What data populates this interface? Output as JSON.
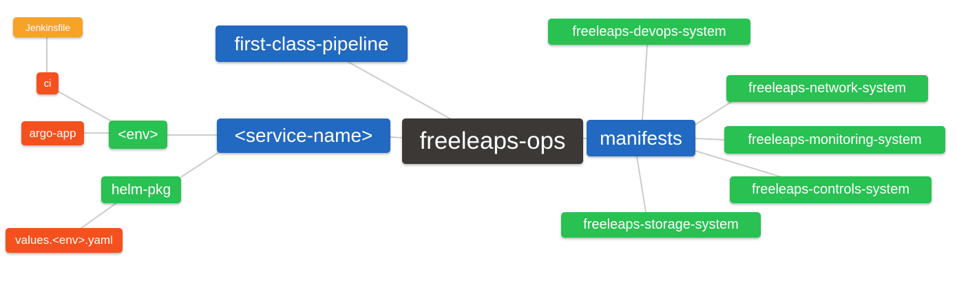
{
  "diagram": {
    "type": "mindmap",
    "root": "freeleaps-ops"
  },
  "palette": {
    "root_dark": "#3b3835",
    "branch_blue": "#2169c1",
    "leaf_green": "#28c152",
    "leaf_red": "#f4511e",
    "leaf_orange": "#f7a327",
    "edge_gray": "#cccccc",
    "node_text": "#ffffff",
    "background": "#ffffff"
  },
  "nodes": {
    "jenkinsfile": {
      "label": "Jenkinsfile",
      "color": "leaf_orange"
    },
    "ci": {
      "label": "ci",
      "color": "leaf_red"
    },
    "argo_app": {
      "label": "argo-app",
      "color": "leaf_red"
    },
    "env": {
      "label": "<env>",
      "color": "leaf_green"
    },
    "helm_pkg": {
      "label": "helm-pkg",
      "color": "leaf_green"
    },
    "values_env_yaml": {
      "label": "values.<env>.yaml",
      "color": "leaf_red"
    },
    "first_class_pipeline": {
      "label": "first-class-pipeline",
      "color": "branch_blue"
    },
    "service_name": {
      "label": "<service-name>",
      "color": "branch_blue"
    },
    "freeleaps_ops": {
      "label": "freeleaps-ops",
      "color": "root_dark"
    },
    "manifests": {
      "label": "manifests",
      "color": "branch_blue"
    },
    "devops_system": {
      "label": "freeleaps-devops-system",
      "color": "leaf_green"
    },
    "network_system": {
      "label": "freeleaps-network-system",
      "color": "leaf_green"
    },
    "monitoring_system": {
      "label": "freeleaps-monitoring-system",
      "color": "leaf_green"
    },
    "controls_system": {
      "label": "freeleaps-controls-system",
      "color": "leaf_green"
    },
    "storage_system": {
      "label": "freeleaps-storage-system",
      "color": "leaf_green"
    }
  },
  "edges": [
    {
      "from": "jenkinsfile",
      "to": "ci"
    },
    {
      "from": "ci",
      "to": "env"
    },
    {
      "from": "argo_app",
      "to": "env"
    },
    {
      "from": "env",
      "to": "service_name"
    },
    {
      "from": "service_name",
      "to": "helm_pkg"
    },
    {
      "from": "helm_pkg",
      "to": "values_env_yaml"
    },
    {
      "from": "first_class_pipeline",
      "to": "freeleaps_ops"
    },
    {
      "from": "service_name",
      "to": "freeleaps_ops"
    },
    {
      "from": "freeleaps_ops",
      "to": "manifests"
    },
    {
      "from": "manifests",
      "to": "devops_system"
    },
    {
      "from": "manifests",
      "to": "network_system"
    },
    {
      "from": "manifests",
      "to": "monitoring_system"
    },
    {
      "from": "manifests",
      "to": "controls_system"
    },
    {
      "from": "manifests",
      "to": "storage_system"
    }
  ]
}
